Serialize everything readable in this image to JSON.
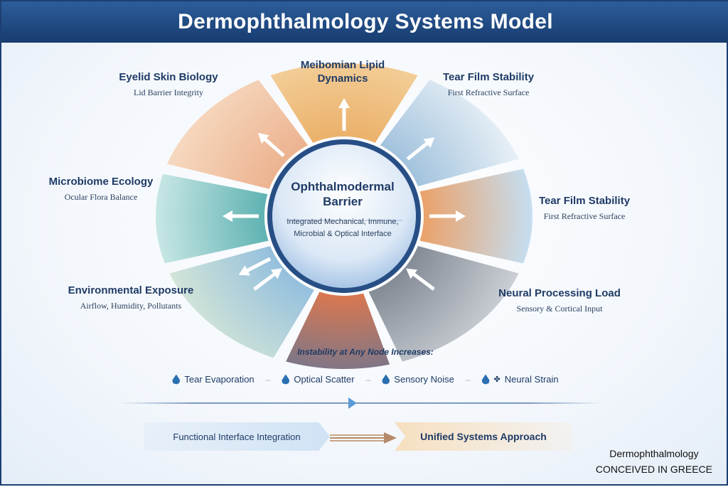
{
  "title": "Dermophthalmology Systems Model",
  "center": {
    "title": "Ophthalmodermal Barrier",
    "subtitle_line1": "Integrated Mechanical, Immune,",
    "subtitle_line2": "Microbial & Optical Interface"
  },
  "nodes": [
    {
      "title": "Eyelid Skin Biology",
      "subtitle": "Lid Barrier Integrity"
    },
    {
      "title": "Meibomian Lipid Dynamics",
      "subtitle": ""
    },
    {
      "title": "Tear Film Stability",
      "subtitle": "First Refractive Surface"
    },
    {
      "title": "Microbiome Ecology",
      "subtitle": "Ocular Flora Balance"
    },
    {
      "title": "Tear Film Stability",
      "subtitle": "First Refractive Surface"
    },
    {
      "title": "Environmental Exposure",
      "subtitle": "Airflow, Humidity, Pollutants"
    },
    {
      "title": "Neural Processing Load",
      "subtitle": "Sensory & Cortical Input"
    }
  ],
  "instability_heading": "Instability at Any Node Increases:",
  "effects": [
    "Tear Evaporation",
    "Optical Scatter",
    "Sensory Noise",
    "Neural Strain"
  ],
  "flow": {
    "from": "Functional Interface Integration",
    "to": "Unified Systems Approach"
  },
  "credit": {
    "line1": "Dermophthalmology",
    "line2": "CONCEIVED IN GREECE"
  }
}
